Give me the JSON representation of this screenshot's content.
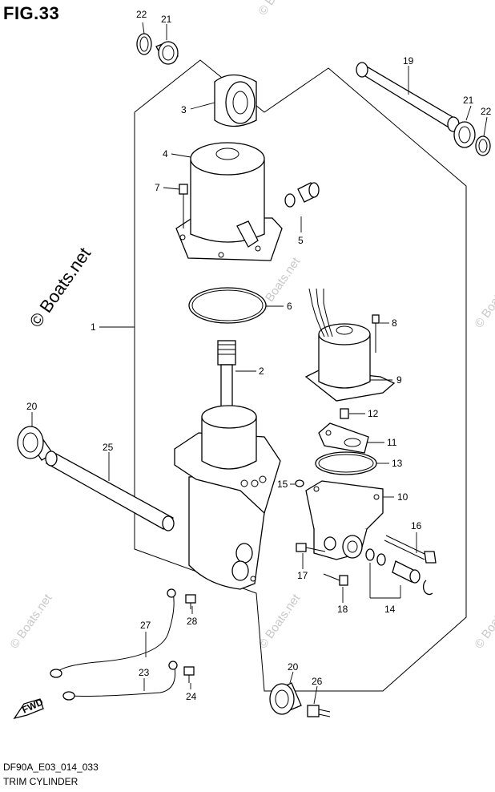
{
  "figure": {
    "title": "FIG.33",
    "code": "DF90A_E03_014_033",
    "name": "TRIM CYLINDER"
  },
  "watermark": {
    "text": "© Boats.net"
  },
  "fwd_badge": "FWD",
  "callouts": {
    "p1": "1",
    "p2": "2",
    "p3": "3",
    "p4": "4",
    "p5": "5",
    "p6": "6",
    "p7": "7",
    "p8": "8",
    "p9": "9",
    "p10": "10",
    "p11": "11",
    "p12": "12",
    "p13": "13",
    "p14": "14",
    "p15": "15",
    "p16": "16",
    "p17": "17",
    "p18": "18",
    "p19": "19",
    "p20a": "20",
    "p20b": "20",
    "p21a": "21",
    "p21b": "21",
    "p22a": "22",
    "p22b": "22",
    "p23": "23",
    "p24": "24",
    "p25": "25",
    "p26": "26",
    "p27": "27",
    "p28": "28"
  }
}
